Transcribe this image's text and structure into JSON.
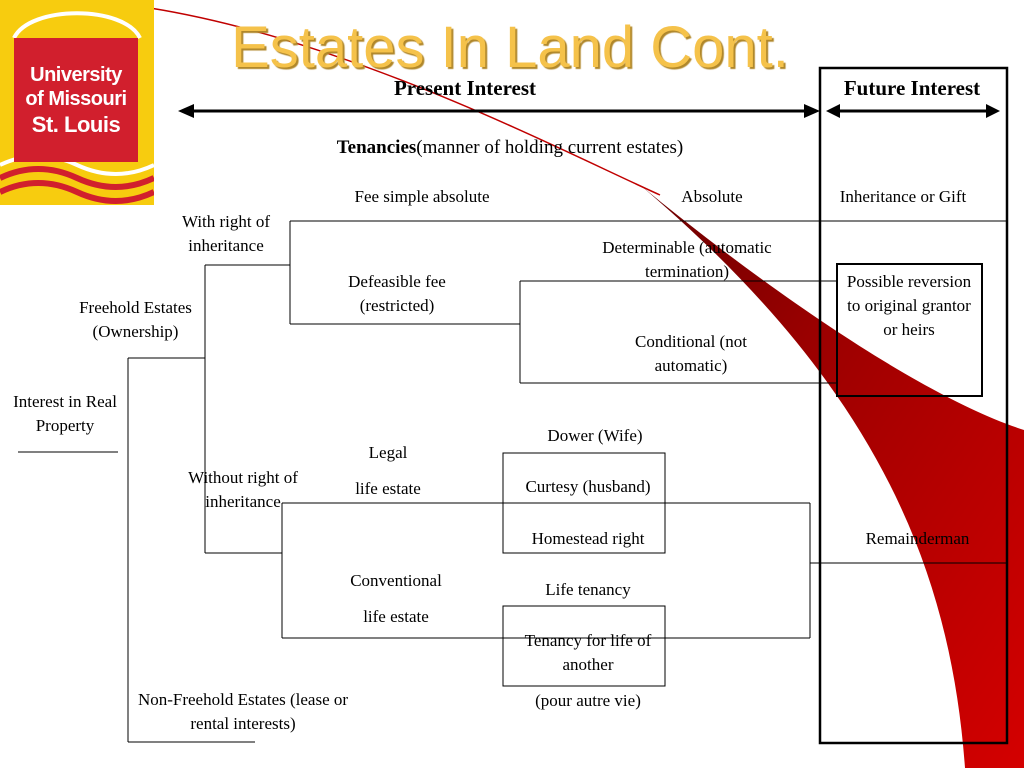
{
  "slide": {
    "title": "Estates In Land Cont.",
    "logo": {
      "line1": "University",
      "line2": "of Missouri",
      "line3": "St. Louis"
    }
  },
  "diagram": {
    "present_interest": "Present Interest",
    "future_interest": "Future Interest",
    "tenancies_bold": "Tenancies",
    "tenancies_rest": "(manner of holding current estates)",
    "interest_in_real_property": "Interest in Real Property",
    "freehold_estates": "Freehold Estates (Ownership)",
    "non_freehold_estates": "Non-Freehold Estates (lease or rental interests)",
    "with_right_of_inheritance": "With right of inheritance",
    "without_right_of_inheritance": "Without right of inheritance",
    "fee_simple_absolute": "Fee simple absolute",
    "absolute": "Absolute",
    "inheritance_or_gift": "Inheritance or Gift",
    "defeasible_fee": "Defeasible fee (restricted)",
    "determinable": "Determinable (automatic termination)",
    "conditional": "Conditional (not automatic)",
    "possible_reversion": "Possible reversion to original grantor or heirs",
    "legal": "Legal",
    "life_estate_legal": "life estate",
    "dower": "Dower (Wife)",
    "curtesy": "Curtesy (husband)",
    "homestead": "Homestead right",
    "remainderman": "Remainderman",
    "conventional": "Conventional",
    "life_estate_conventional": "life estate",
    "life_tenancy": "Life tenancy",
    "tenancy_for_life": "Tenancy for life of another",
    "pour_autre_vie": "(pour autre vie)"
  },
  "colors": {
    "title": "#f5c24a",
    "logo_yellow": "#f7cc0f",
    "logo_red": "#d11f2d",
    "swoosh_red": "#d40000",
    "swoosh_dark": "#7a0000"
  }
}
